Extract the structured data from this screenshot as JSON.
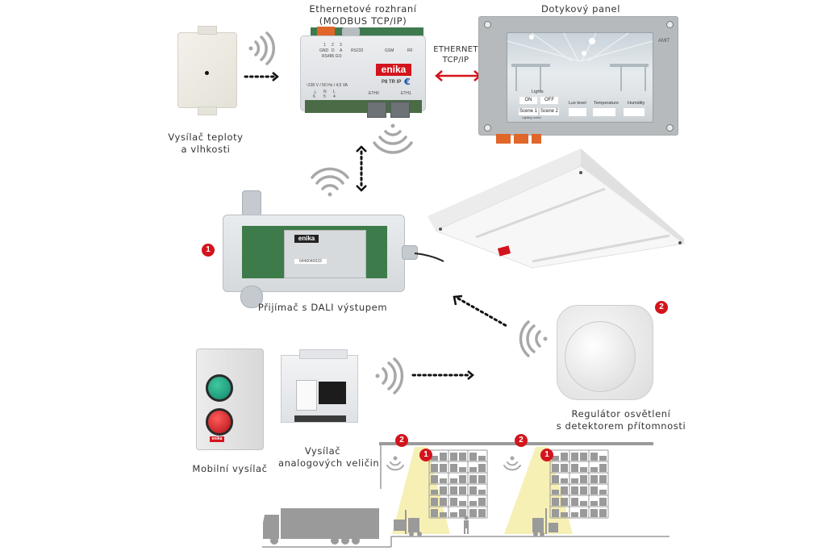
{
  "title_gateway": [
    "Ethernetové rozhraní",
    "(MODBUS TCP/IP)"
  ],
  "title_panel": "Dotykový panel",
  "ethernet_label": [
    "ETHERNET",
    "TCP/IP"
  ],
  "sensor_label": [
    "Vysílač teploty",
    "a vlhkosti"
  ],
  "receiver_label": "Přijímač s DALI výstupem",
  "detector_label": [
    "Regulátor osvětlení",
    "s detektorem přítomnosti"
  ],
  "mobile_label": "Mobilní vysílač",
  "analog_label": [
    "Vysílač",
    "analogových veličin"
  ],
  "badges": {
    "receiver": "1",
    "detector": "2"
  },
  "gateway": {
    "brand": "enika",
    "model": "P8 TR IP",
    "terminals": [
      "1",
      "2",
      "3"
    ],
    "terminal_names": [
      "GND",
      "D",
      "A"
    ],
    "bus": "RS485 GO",
    "rs232": "RS232",
    "gsm": "GSM",
    "rf": "RF",
    "power": "~230 V / 50 Hz / 4,5 VA",
    "power_terms": [
      "⏚",
      "N",
      "L"
    ],
    "power_nums": [
      "6",
      "5",
      "4"
    ],
    "eth0": "ETH0",
    "eth1": "ETH1"
  },
  "panel": {
    "brand": "AMIT",
    "lights_label": "Lights",
    "buttons": [
      "ON",
      "OFF",
      "Scene 1",
      "Scene 2"
    ],
    "fields": [
      "Lux level",
      "Temperature",
      "Humidity"
    ],
    "footnote": "Lighting control"
  },
  "receiver": {
    "brand": "enika",
    "serial": "0446040033"
  },
  "warehouse": {
    "zones": [
      {
        "detector_badge": "2",
        "luminaire_badge": "1"
      },
      {
        "detector_badge": "2",
        "luminaire_badge": "1"
      }
    ]
  },
  "colors": {
    "accent_red": "#d3141c",
    "arrow_red": "#d3141c",
    "wifi_gray": "#a8a8a8",
    "light_cone": "#f7f0b5",
    "silhouette": "#9a9a9a"
  }
}
